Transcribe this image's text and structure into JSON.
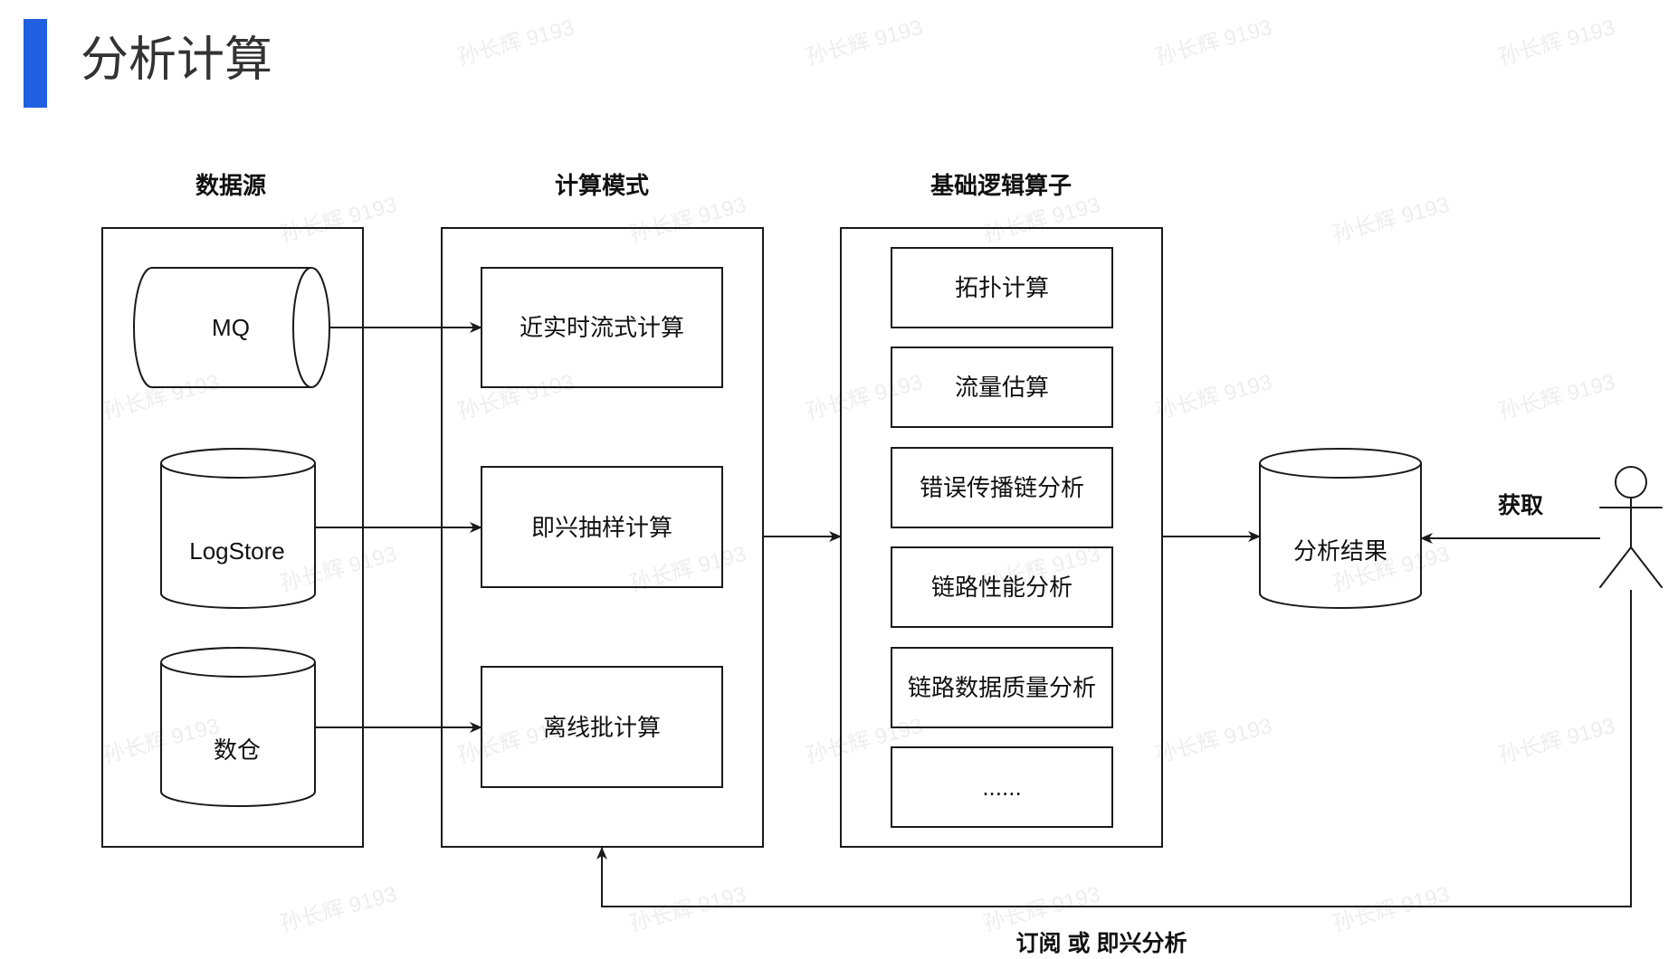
{
  "slide": {
    "title": "分析计算",
    "accent_color": "#1f5fe0",
    "watermark": "孙长辉 9193"
  },
  "data_source": {
    "header": "数据源",
    "items": [
      "MQ",
      "LogStore",
      "数仓"
    ]
  },
  "compute_mode": {
    "header": "计算模式",
    "items": [
      "近实时流式计算",
      "即兴抽样计算",
      "离线批计算"
    ]
  },
  "operators": {
    "header": "基础逻辑算子",
    "items": [
      "拓扑计算",
      "流量估算",
      "错误传播链分析",
      "链路性能分析",
      "链路数据质量分析",
      "......"
    ]
  },
  "result": {
    "label": "分析结果"
  },
  "actor": {
    "fetch_label": "获取",
    "feedback_label": "订阅 或 即兴分析"
  },
  "colors": {
    "stroke": "#1a1a1a",
    "text": "#111111",
    "title": "#333333"
  }
}
